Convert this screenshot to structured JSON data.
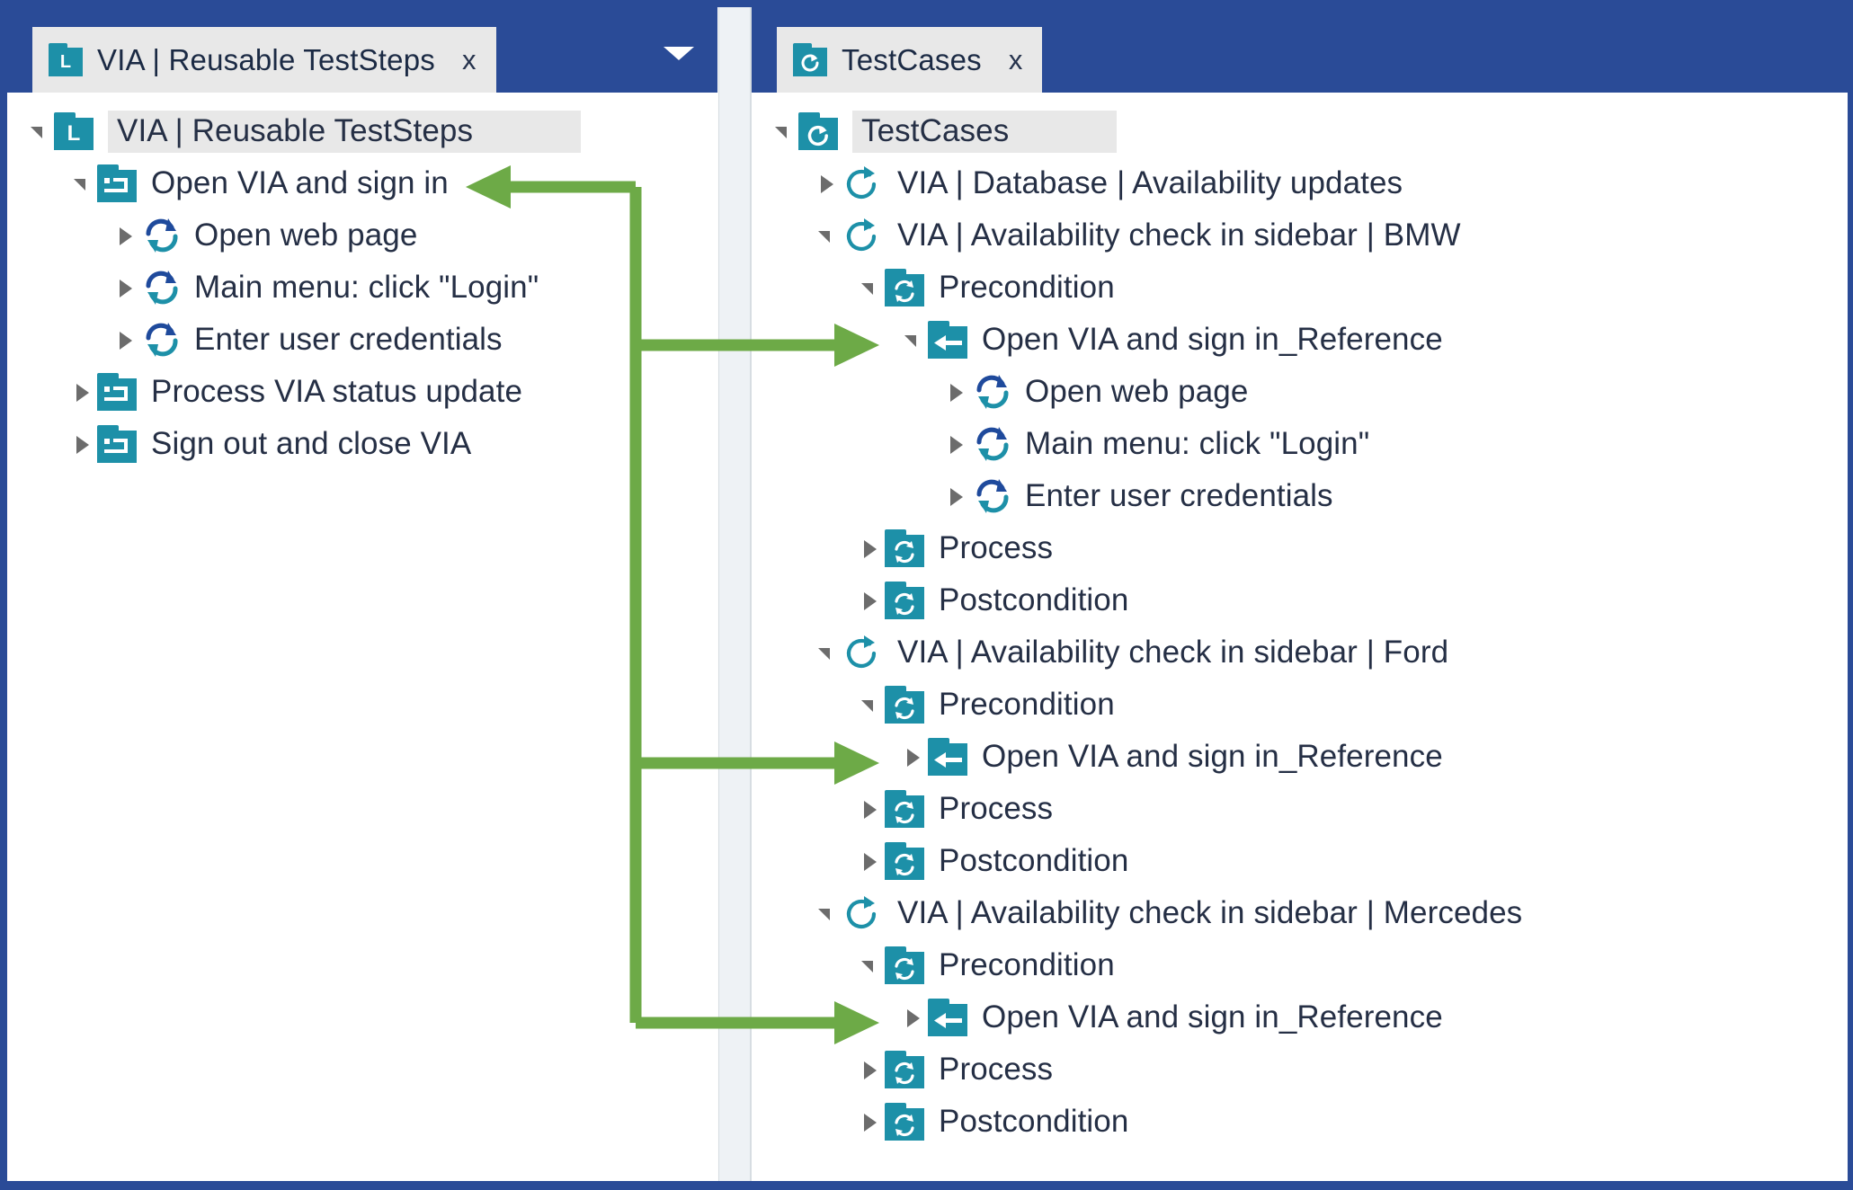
{
  "theme": {
    "tab_blue": "#2a4b97",
    "teal": "#1d90a8",
    "dark_blue_icon": "#1f4a9c",
    "arrow_green": "#6daa47",
    "text": "#252f45",
    "row_highlight": "#e8e8e8"
  },
  "left_panel": {
    "tab": {
      "label": "VIA | Reusable TestSteps",
      "icon": "library-folder-icon",
      "close_label": "x",
      "dropdown_icon": "chevron-down-icon"
    },
    "tree": [
      {
        "label": "VIA | Reusable TestSteps",
        "icon": "library-folder-icon",
        "indent": 0,
        "state": "open",
        "root": true
      },
      {
        "label": "Open VIA and sign in",
        "icon": "teststep-folder-icon",
        "indent": 1,
        "state": "open",
        "root": false
      },
      {
        "label": "Open web page",
        "icon": "refresh-step-icon",
        "indent": 2,
        "state": "closed",
        "root": false
      },
      {
        "label": "Main menu: click \"Login\"",
        "icon": "refresh-step-icon",
        "indent": 2,
        "state": "closed",
        "root": false
      },
      {
        "label": "Enter user credentials",
        "icon": "refresh-step-icon",
        "indent": 2,
        "state": "closed",
        "root": false
      },
      {
        "label": "Process VIA status update",
        "icon": "teststep-folder-icon",
        "indent": 1,
        "state": "closed",
        "root": false
      },
      {
        "label": "Sign out and close VIA",
        "icon": "teststep-folder-icon",
        "indent": 1,
        "state": "closed",
        "root": false
      }
    ]
  },
  "right_panel": {
    "tab": {
      "label": "TestCases",
      "icon": "testcase-folder-icon",
      "close_label": "x"
    },
    "tree": [
      {
        "label": "TestCases",
        "icon": "testcase-folder-icon",
        "indent": 0,
        "state": "open",
        "root": true
      },
      {
        "label": "VIA | Database | Availability updates",
        "icon": "testcase-circle-icon",
        "indent": 1,
        "state": "closed",
        "root": false
      },
      {
        "label": "VIA | Availability check in sidebar | BMW",
        "icon": "testcase-circle-icon",
        "indent": 1,
        "state": "open",
        "root": false
      },
      {
        "label": "Precondition",
        "icon": "folder-refresh-icon",
        "indent": 2,
        "state": "open",
        "root": false
      },
      {
        "label": "Open VIA and sign in_Reference",
        "icon": "reference-folder-icon",
        "indent": 3,
        "state": "open",
        "root": false
      },
      {
        "label": "Open web page",
        "icon": "refresh-step-icon",
        "indent": 4,
        "state": "closed",
        "root": false
      },
      {
        "label": "Main menu: click \"Login\"",
        "icon": "refresh-step-icon",
        "indent": 4,
        "state": "closed",
        "root": false
      },
      {
        "label": "Enter user credentials",
        "icon": "refresh-step-icon",
        "indent": 4,
        "state": "closed",
        "root": false
      },
      {
        "label": "Process",
        "icon": "folder-refresh-icon",
        "indent": 2,
        "state": "closed",
        "root": false
      },
      {
        "label": "Postcondition",
        "icon": "folder-refresh-icon",
        "indent": 2,
        "state": "closed",
        "root": false
      },
      {
        "label": "VIA | Availability check in sidebar | Ford",
        "icon": "testcase-circle-icon",
        "indent": 1,
        "state": "open",
        "root": false
      },
      {
        "label": "Precondition",
        "icon": "folder-refresh-icon",
        "indent": 2,
        "state": "open",
        "root": false
      },
      {
        "label": "Open VIA and sign in_Reference",
        "icon": "reference-folder-icon",
        "indent": 3,
        "state": "closed",
        "root": false
      },
      {
        "label": "Process",
        "icon": "folder-refresh-icon",
        "indent": 2,
        "state": "closed",
        "root": false
      },
      {
        "label": "Postcondition",
        "icon": "folder-refresh-icon",
        "indent": 2,
        "state": "closed",
        "root": false
      },
      {
        "label": "VIA | Availability check in sidebar | Mercedes",
        "icon": "testcase-circle-icon",
        "indent": 1,
        "state": "open",
        "root": false
      },
      {
        "label": "Precondition",
        "icon": "folder-refresh-icon",
        "indent": 2,
        "state": "open",
        "root": false
      },
      {
        "label": "Open VIA and sign in_Reference",
        "icon": "reference-folder-icon",
        "indent": 3,
        "state": "closed",
        "root": false
      },
      {
        "label": "Process",
        "icon": "folder-refresh-icon",
        "indent": 2,
        "state": "closed",
        "root": false
      },
      {
        "label": "Postcondition",
        "icon": "folder-refresh-icon",
        "indent": 2,
        "state": "closed",
        "root": false
      }
    ]
  },
  "annotation": {
    "name": "reference-link-connector",
    "description": "green arrows linking the reusable TestStep to its three references"
  }
}
